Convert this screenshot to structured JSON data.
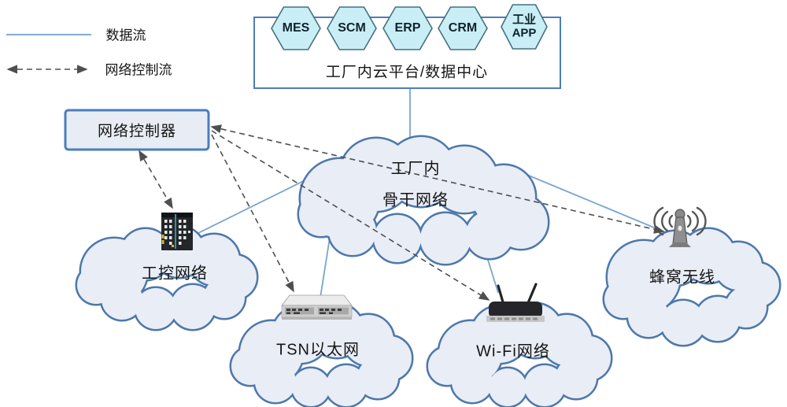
{
  "legend": {
    "items": [
      {
        "name": "data-flow",
        "label": "数据流",
        "line_style": "solid",
        "color": "#8ab0d4"
      },
      {
        "name": "network-control-flow",
        "label": "网络控制流",
        "line_style": "dashed-double-arrow",
        "color": "#4f4f4f"
      }
    ]
  },
  "cloud_platform": {
    "label": "工厂内云平台/数据中心",
    "apps": [
      {
        "label": "MES"
      },
      {
        "label": "SCM"
      },
      {
        "label": "ERP"
      },
      {
        "label": "CRM"
      },
      {
        "label": "工业 APP"
      }
    ]
  },
  "controller": {
    "label": "网络控制器"
  },
  "backbone_network": {
    "label_line1": "工厂内",
    "label_line2": "骨干网络"
  },
  "access_networks": [
    {
      "label": "工控网络",
      "icon": "plc-switch-icon"
    },
    {
      "label": "TSN以太网",
      "icon": "rack-server-icon"
    },
    {
      "label": "Wi-Fi网络",
      "icon": "wifi-router-icon"
    },
    {
      "label": "蜂窝无线",
      "icon": "cell-tower-icon"
    }
  ],
  "colors": {
    "cloud_fill": "#e9edf6",
    "cloud_stroke": "#4d78ab",
    "box_stroke": "#4a7ebc",
    "controller_fill": "#e8edf5",
    "hex_fill": "#c9eef6",
    "hex_stroke": "#44707f",
    "data_flow_line": "#7aa5cd",
    "control_flow_line": "#4f4f4f",
    "text": "#151515"
  }
}
